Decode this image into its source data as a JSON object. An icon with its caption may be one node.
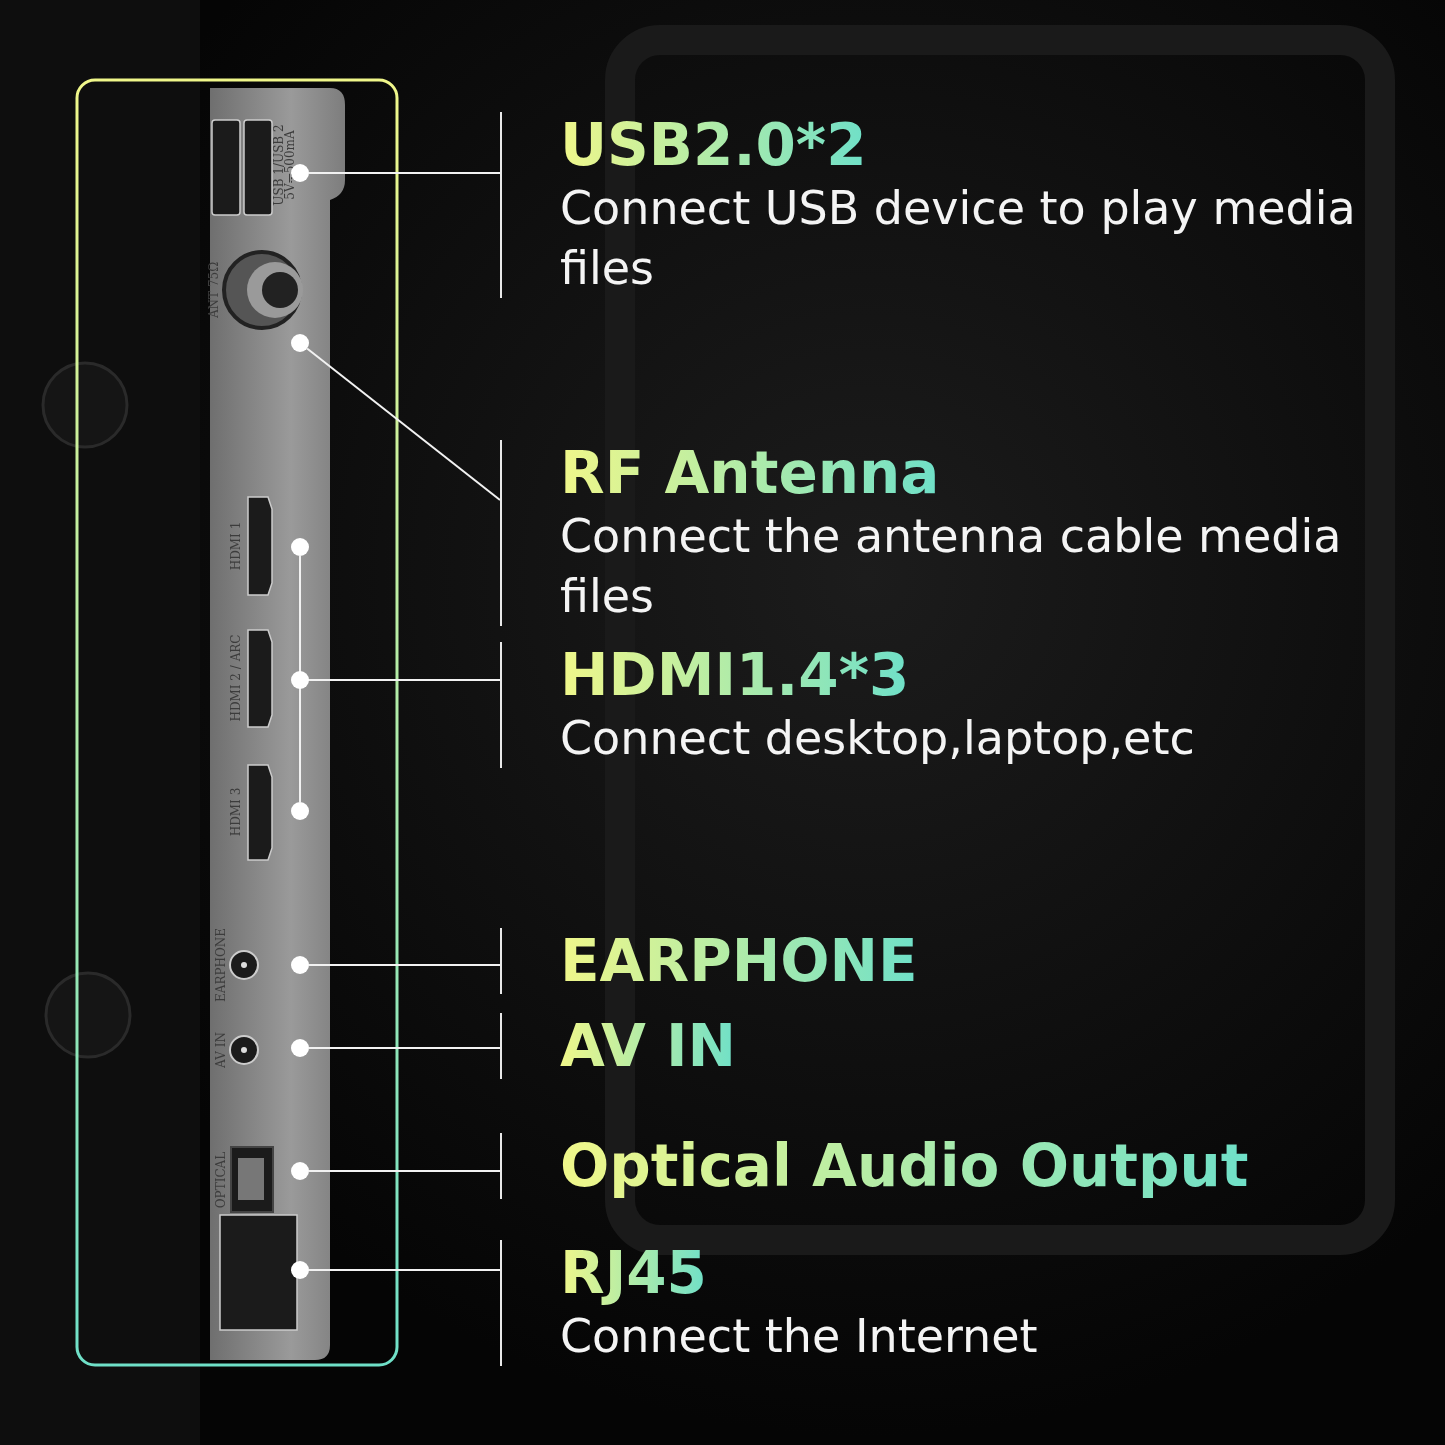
{
  "diagram": {
    "nodes": [
      {
        "text": [
          "USB2.0*2",
          "Connect USB device to play media files"
        ]
      },
      {
        "text": [
          "RF Antenna",
          "Connect the antenna cable media files"
        ]
      },
      {
        "text": [
          "HDMI1.4*3",
          "Connect desktop,laptop,etc"
        ]
      },
      {
        "text": [
          "EARPHONE"
        ]
      },
      {
        "text": [
          "AV IN"
        ]
      },
      {
        "text": [
          "Optical Audio Output"
        ]
      },
      {
        "text": [
          "RJ45",
          "Connect the Internet"
        ]
      },
      {
        "text": [],
        "shape": "circle"
      },
      {
        "text": [],
        "shape": "circle"
      },
      {
        "text": [],
        "shape": "circle"
      },
      {
        "text": [],
        "shape": "circle"
      },
      {
        "text": [],
        "shape": "circle"
      },
      {
        "text": [],
        "shape": "circle"
      },
      {
        "text": [],
        "shape": "circle"
      },
      {
        "text": [],
        "shape": "circle"
      },
      {
        "text": [],
        "shape": "circle"
      }
    ],
    "edges": [
      {
        "from": 0,
        "to": 7,
        "arrow": "none"
      },
      {
        "from": 1,
        "to": 8,
        "arrow": "none"
      },
      {
        "from": 2,
        "to": 9,
        "arrow": "none"
      },
      {
        "from": 2,
        "to": 10,
        "arrow": "none"
      },
      {
        "from": 2,
        "to": 11,
        "arrow": "none"
      },
      {
        "from": 3,
        "to": 12,
        "arrow": "none"
      },
      {
        "from": 4,
        "to": 13,
        "arrow": "none"
      },
      {
        "from": 5,
        "to": 14,
        "arrow": "none"
      },
      {
        "from": 6,
        "to": 15,
        "arrow": "none"
      }
    ],
    "labels": [
      "USB 1/USB 2",
      "5V⎓500mA",
      "ANT 75Ω",
      "HDMI 1",
      "HDMI 2 / ARC",
      "HDMI 3",
      "EARPHONE",
      "AV IN",
      "OPTICAL"
    ]
  }
}
